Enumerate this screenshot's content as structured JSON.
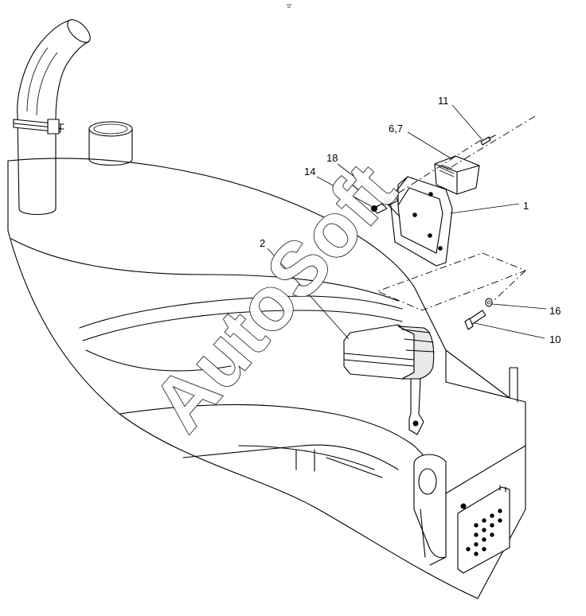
{
  "watermark": {
    "text": "AutoSoft"
  },
  "callouts": [
    {
      "id": "c11",
      "label": "11"
    },
    {
      "id": "c67",
      "label": "6,7"
    },
    {
      "id": "c18",
      "label": "18"
    },
    {
      "id": "c14",
      "label": "14"
    },
    {
      "id": "c1",
      "label": "1"
    },
    {
      "id": "c2",
      "label": "2"
    },
    {
      "id": "c16",
      "label": "16"
    },
    {
      "id": "c10",
      "label": "10"
    }
  ],
  "colors": {
    "line": "#000000",
    "background": "#ffffff"
  }
}
